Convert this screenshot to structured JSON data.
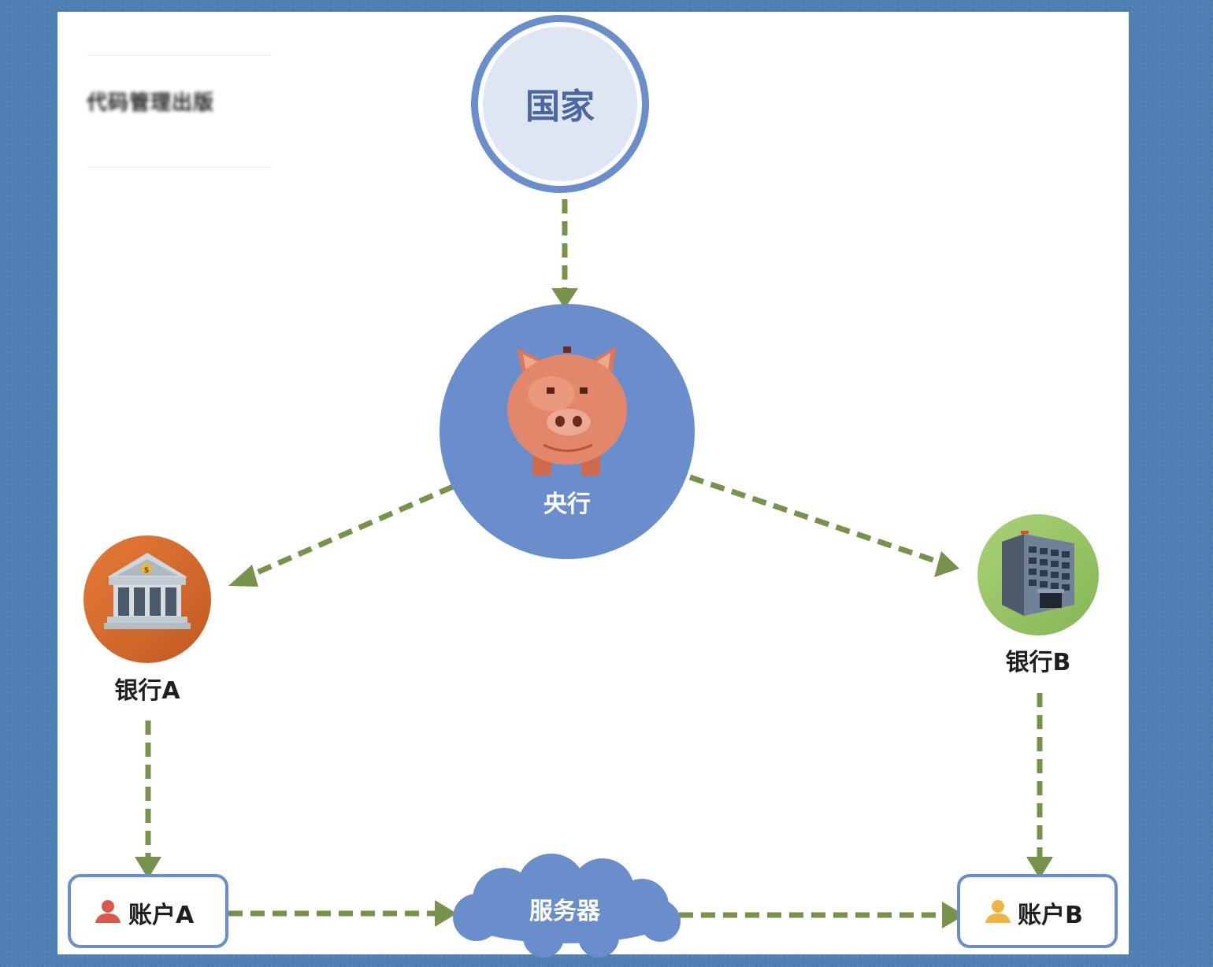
{
  "header": {
    "blurred_title": "代码管理出版"
  },
  "nodes": {
    "country": "国家",
    "central_bank": "央行",
    "bank_a": "银行A",
    "bank_b": "银行B",
    "account_a": "账户A",
    "account_b": "账户B",
    "server": "服务器"
  },
  "colors": {
    "accent_blue": "#6a8dcb",
    "arrow_green": "#77934b",
    "bank_a_orange": "#d46a2b",
    "bank_b_green": "#9ac567"
  }
}
